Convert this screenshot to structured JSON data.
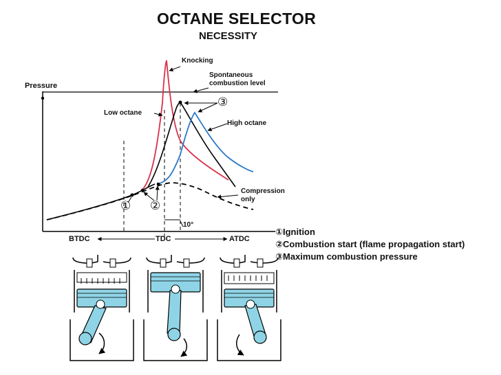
{
  "header": {
    "title": "OCTANE SELECTOR",
    "subtitle": "NECESSITY"
  },
  "diagram": {
    "y_axis_label": "Pressure",
    "x_axis_labels": {
      "before": "BTDC",
      "center": "TDC",
      "after": "ATDC"
    },
    "offset_label": "10°",
    "annotations": {
      "knocking": "Knocking",
      "spontaneous": [
        "Spontaneous",
        "combustion level"
      ],
      "low_octane": "Low octane",
      "high_octane": "High octane",
      "compression": [
        "Compression",
        "only"
      ]
    },
    "markers": [
      "①",
      "②",
      "③"
    ],
    "curves": {
      "compression_only": {
        "label": "Compression only",
        "color": "#000000",
        "style": "dashed"
      },
      "low_octane": {
        "label": "Low octane",
        "color": "#d8304a"
      },
      "medium": {
        "color": "#000000"
      },
      "high_octane": {
        "label": "High octane",
        "color": "#2878c8"
      }
    }
  },
  "legend": {
    "items": [
      "①Ignition",
      "②Combustion start (flame propagation start)",
      "③Maximum combustion pressure"
    ]
  },
  "engines": [
    {
      "name": "BTDC",
      "icon": "piston-btdc"
    },
    {
      "name": "TDC",
      "icon": "piston-tdc"
    },
    {
      "name": "ATDC",
      "icon": "piston-atdc"
    }
  ],
  "colors": {
    "piston_fill": "#8fd4e6",
    "low_octane": "#d8304a",
    "high_octane": "#2878c8"
  }
}
